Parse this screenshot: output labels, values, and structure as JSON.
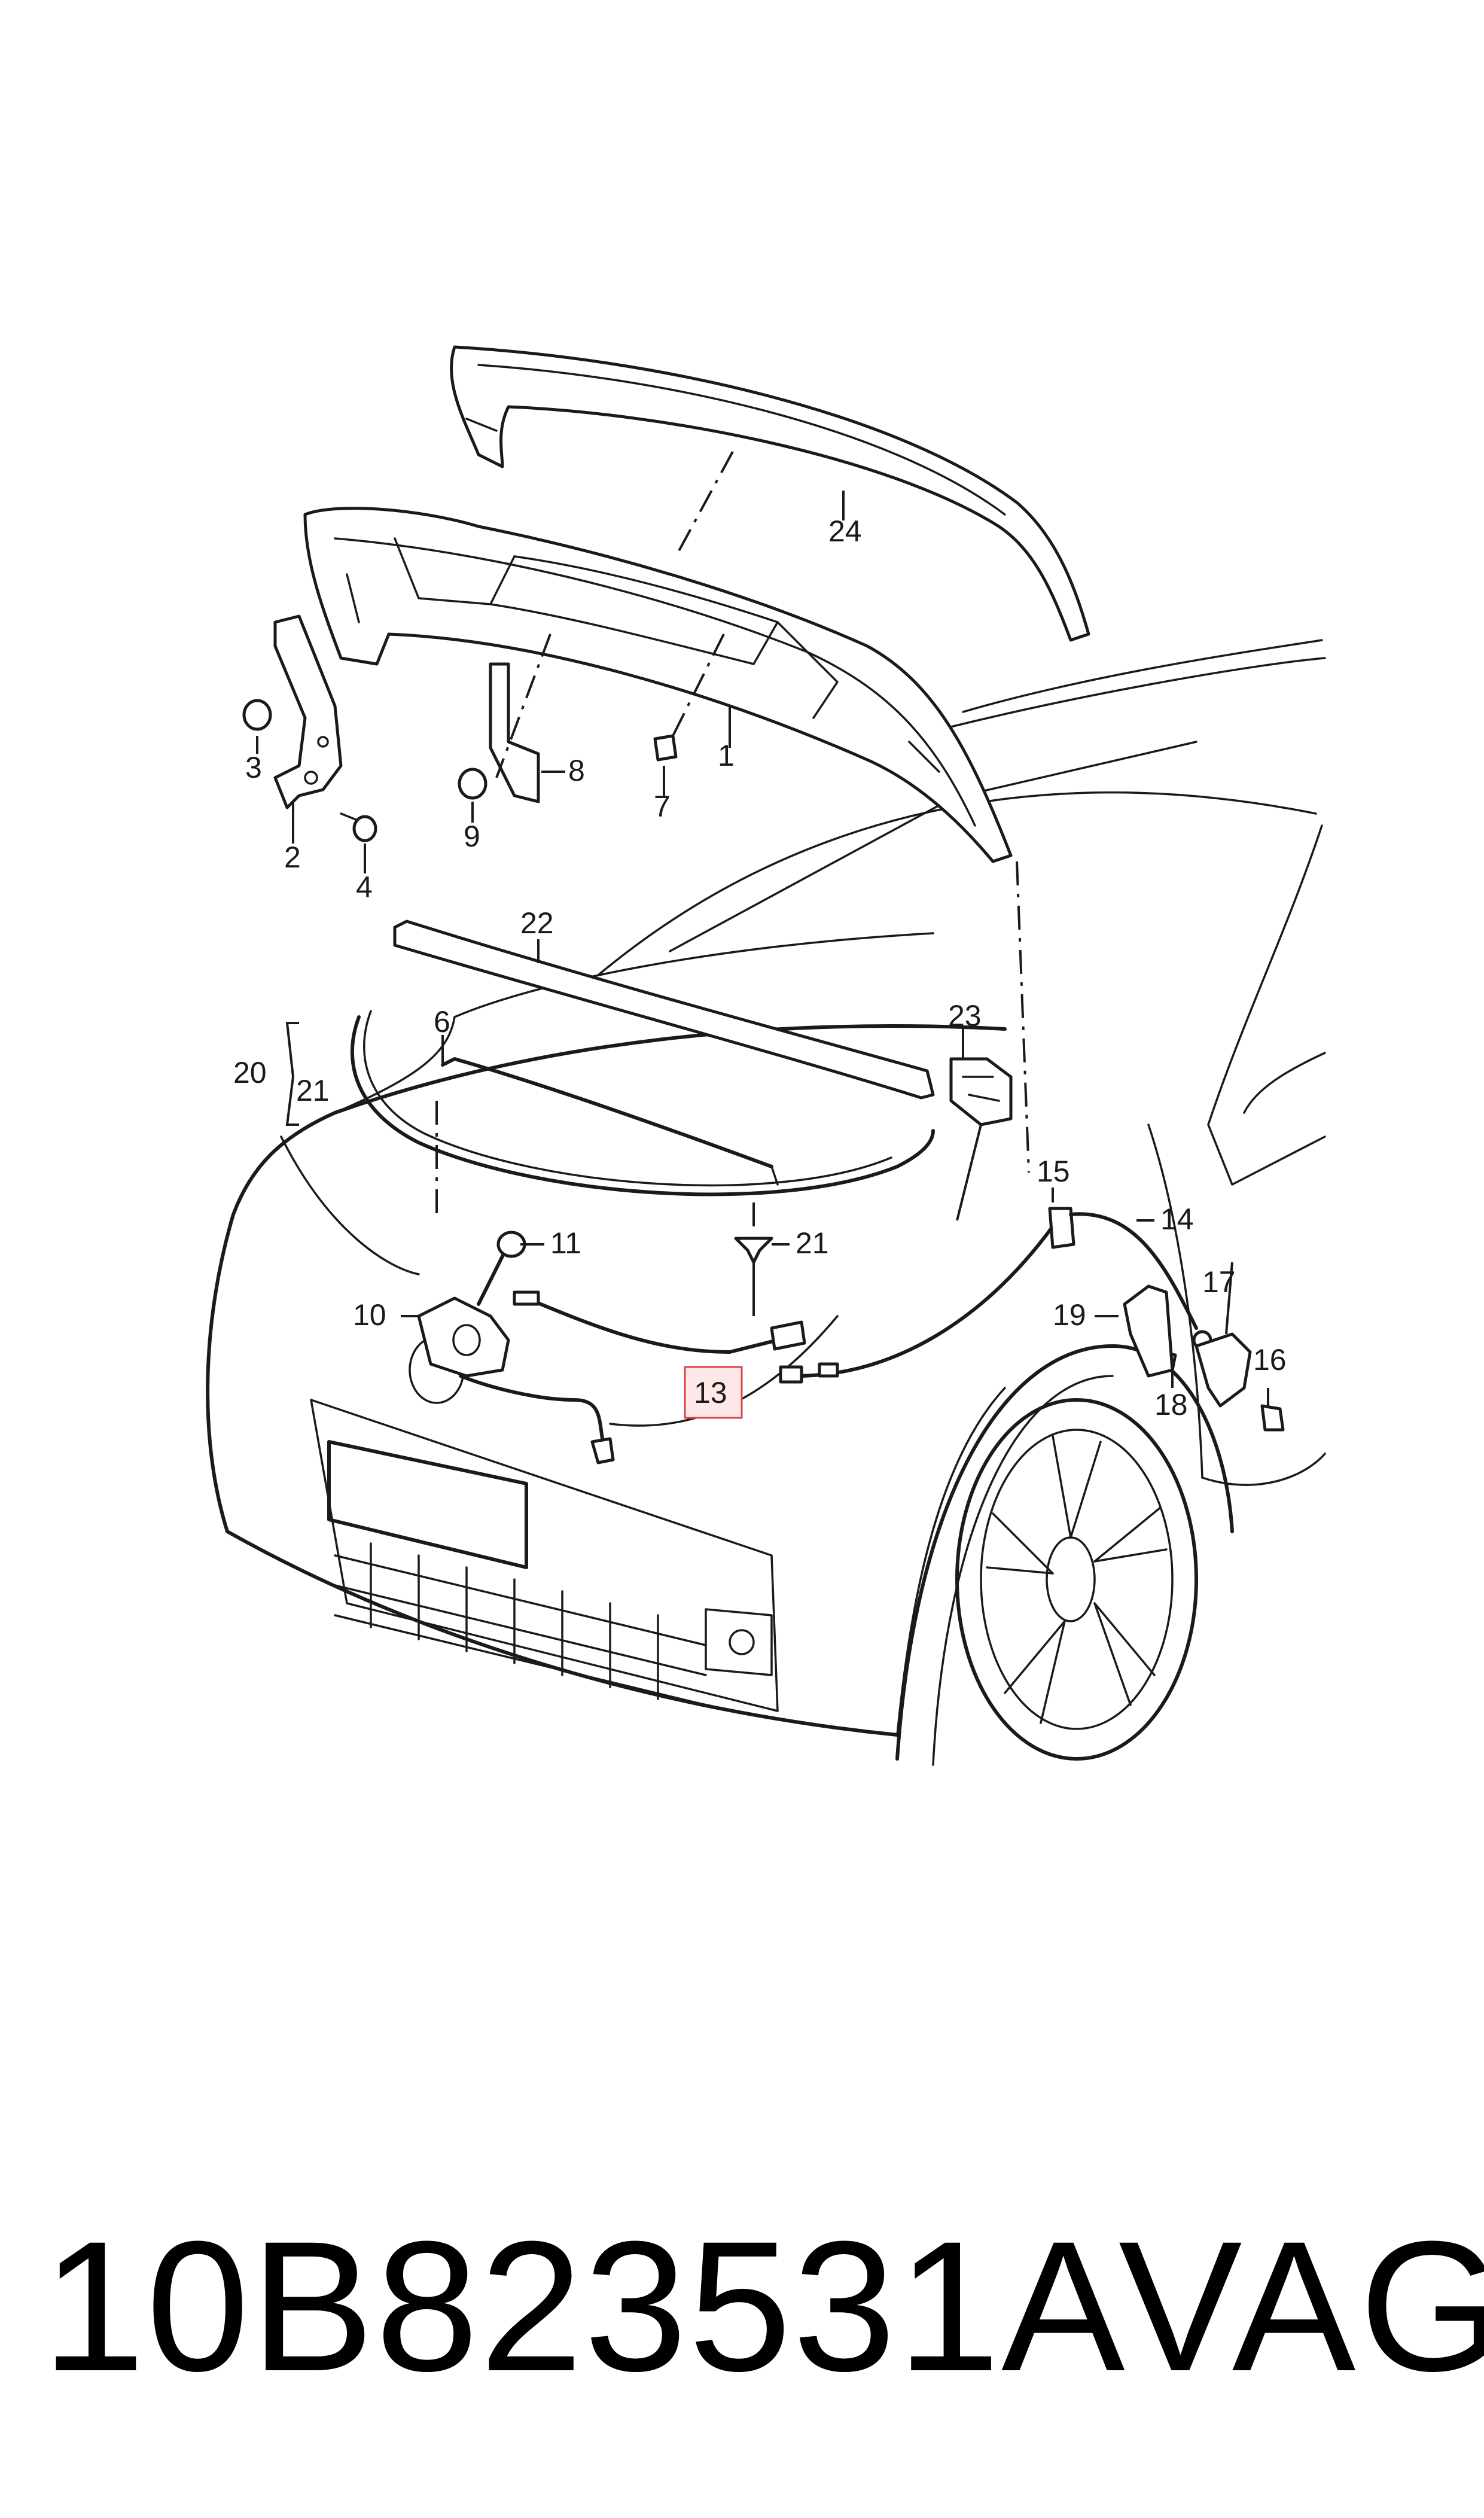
{
  "callouts": {
    "c1": "1",
    "c2": "2",
    "c3": "3",
    "c4": "4",
    "c5": "6",
    "c6": "7",
    "c7": "8",
    "c8": "9",
    "c9": "10",
    "c10": "11",
    "c11": "13",
    "c12": "14",
    "c13": "15",
    "c14": "16",
    "c15": "17",
    "c16": "18",
    "c17": "19",
    "c18": "20",
    "c19": "21",
    "c20": "21",
    "c21": "22",
    "c22": "23",
    "c23": "24"
  },
  "highlight_color": "#fde8e8",
  "footer": {
    "part_number": "10B823531A",
    "brand": "VAG"
  }
}
